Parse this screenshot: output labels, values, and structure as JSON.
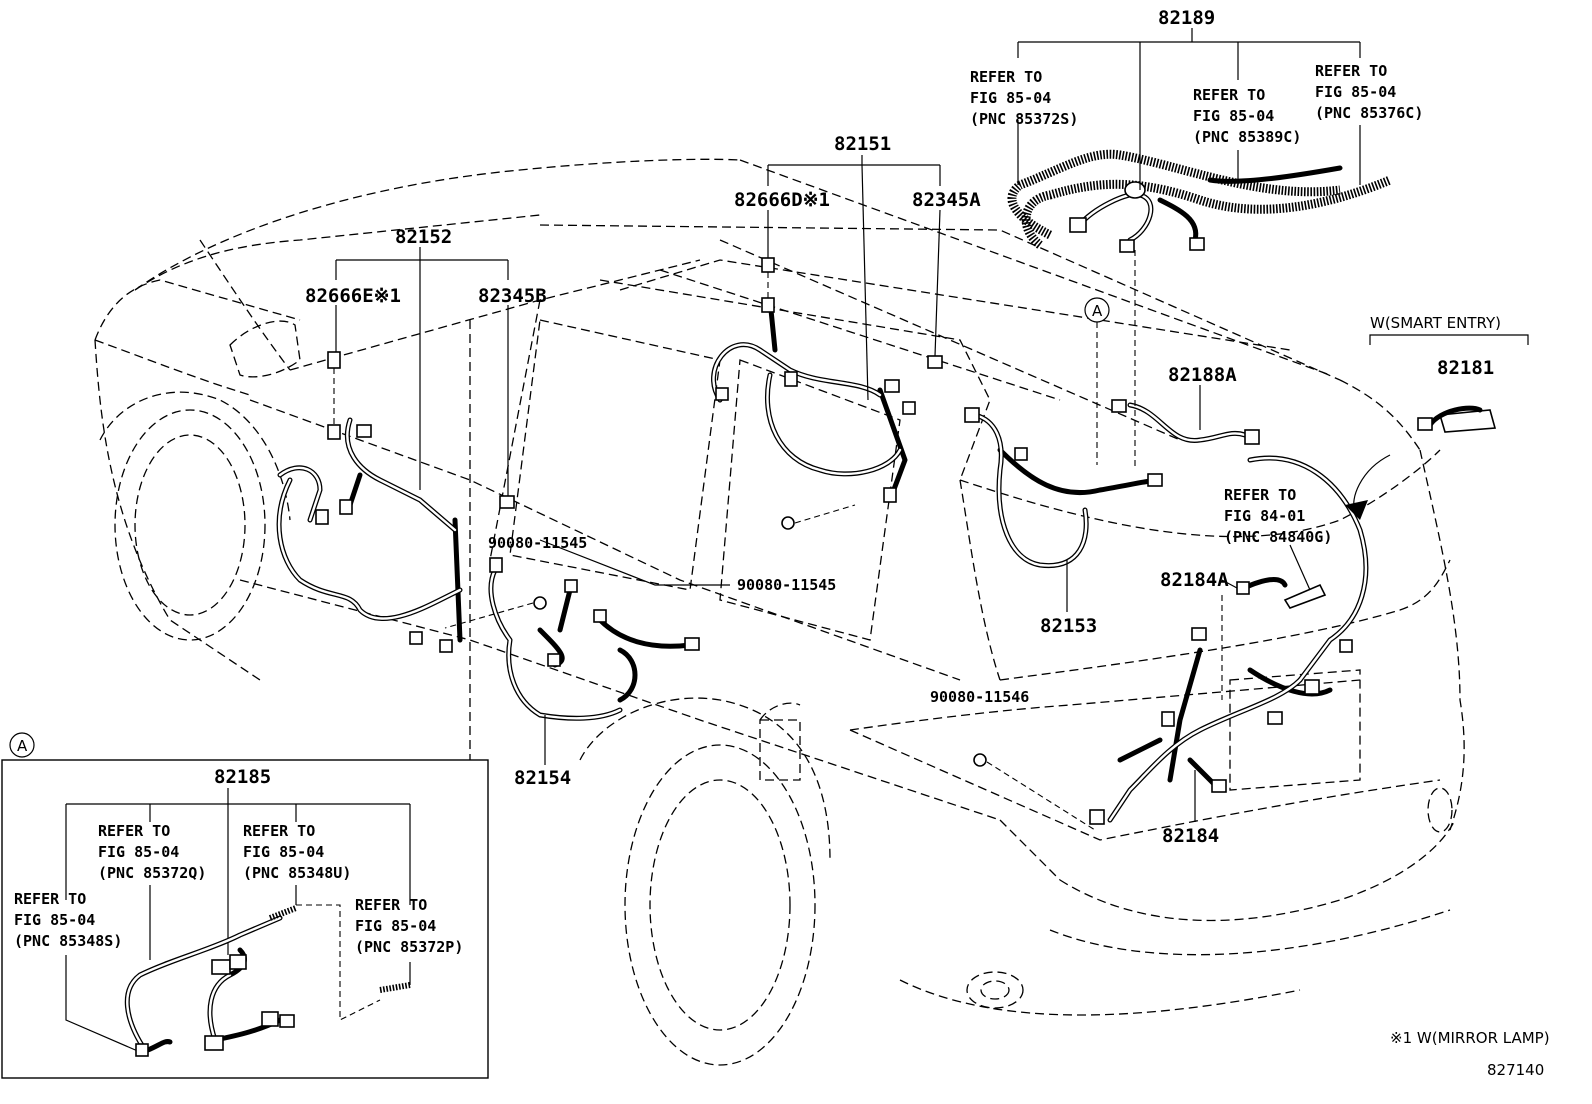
{
  "diagram": {
    "figure_code": "827140",
    "footnote": "※1 W(MIRROR LAMP)",
    "parts": {
      "p82189": "82189",
      "p82151": "82151",
      "p82666D": "82666D※1",
      "p82345A": "82345A",
      "p82152": "82152",
      "p82666E": "82666E※1",
      "p82345B": "82345B",
      "p82188A": "82188A",
      "p82181": "82181",
      "p82184A": "82184A",
      "p82153": "82153",
      "p82184": "82184",
      "p82154": "82154",
      "p82185": "82185",
      "bolt1": "90080-11545",
      "bolt2": "90080-11545",
      "bolt3": "90080-11546"
    },
    "smart_entry_label": "W(SMART ENTRY)",
    "callout_marker": "A",
    "refer_notes": {
      "r1": [
        "REFER TO",
        "FIG 85-04",
        "(PNC 85372S)"
      ],
      "r2": [
        "REFER TO",
        "FIG 85-04",
        "(PNC 85389C)"
      ],
      "r3": [
        "REFER TO",
        "FIG 85-04",
        "(PNC 85376C)"
      ],
      "r4": [
        "REFER TO",
        "FIG 84-01",
        "(PNC 84840G)"
      ],
      "r5": [
        "REFER TO",
        "FIG 85-04",
        "(PNC 85372Q)"
      ],
      "r6": [
        "REFER TO",
        "FIG 85-04",
        "(PNC 85348U)"
      ],
      "r7": [
        "REFER TO",
        "FIG 85-04",
        "(PNC 85348S)"
      ],
      "r8": [
        "REFER TO",
        "FIG 85-04",
        "(PNC 85372P)"
      ]
    }
  }
}
